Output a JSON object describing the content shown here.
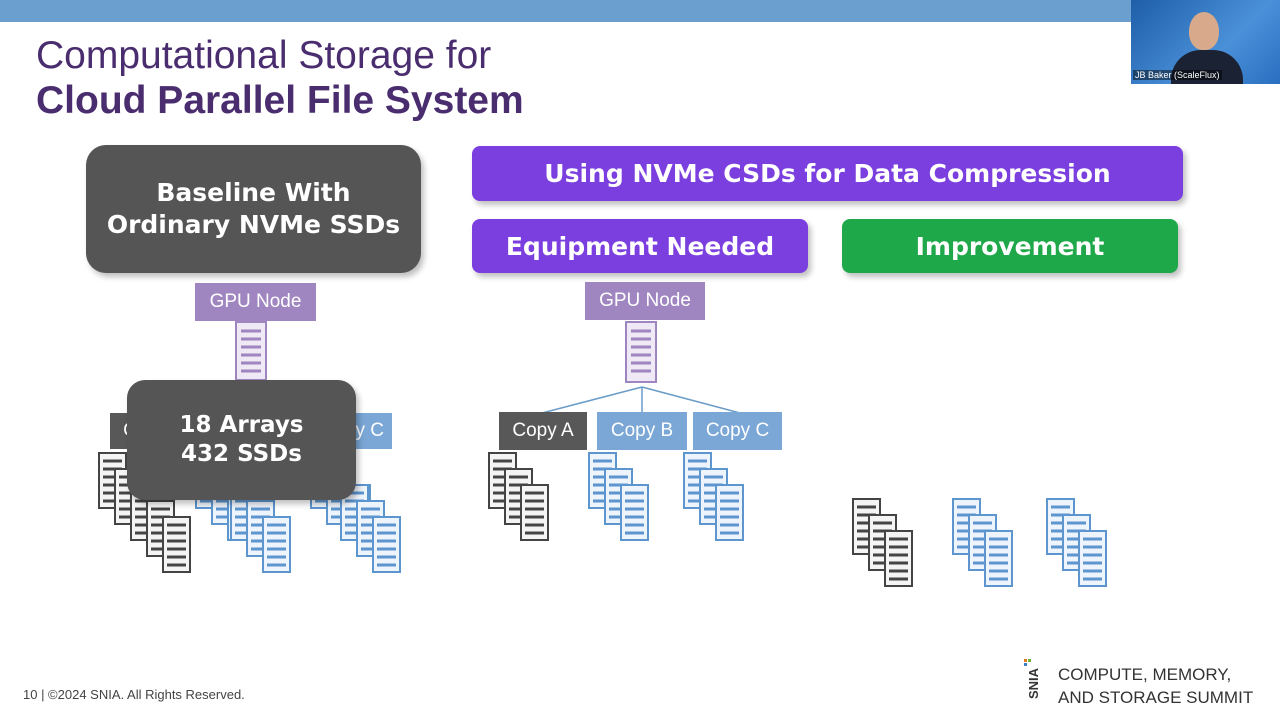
{
  "slide": {
    "title_line1": "Computational Storage for",
    "title_line2": "Cloud Parallel File System",
    "baseline_box": {
      "line1": "Baseline With",
      "line2": "Ordinary NVMe SSDs"
    },
    "using_box": "Using NVMe CSDs for Data Compression",
    "equipment_box": "Equipment Needed",
    "improvement_box": "Improvement",
    "gpu_node_left": "GPU Node",
    "gpu_node_right": "GPU Node",
    "arrays_box": {
      "line1": "18 Arrays",
      "line2": "432 SSDs"
    },
    "left_copy_fragment_a": "C",
    "left_copy_fragment_c": "y C",
    "copies": [
      "Copy A",
      "Copy B",
      "Copy C"
    ],
    "footer": "10 | ©2024 SNIA. All Rights Reserved.",
    "summit_line1": "COMPUTE, MEMORY,",
    "summit_line2": "AND STORAGE SUMMIT",
    "snia_logo": "SNIA"
  },
  "video": {
    "presenter_name": "JB Baker (ScaleFlux)"
  },
  "colors": {
    "title": "#4a2d6e",
    "dark_box": "#555555",
    "purple": "#7b3fe0",
    "green": "#1ea84a",
    "gpu_label": "#9f86c0",
    "copy_a": "#585858",
    "copy_blue": "#7aa7d6",
    "top_bar": "#6b9fd0"
  },
  "icons": [
    "server-rack-icon"
  ]
}
